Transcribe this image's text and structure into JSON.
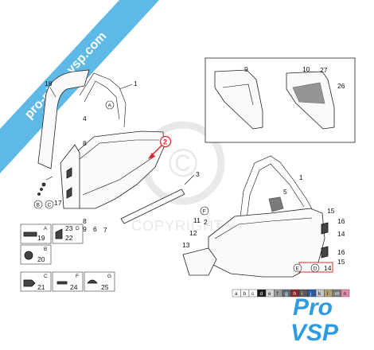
{
  "banner": {
    "text": "pro-piece-vsp.com",
    "color": "#5fb9e6"
  },
  "watermark": {
    "symbol": "©",
    "text": "COPYRIGHT"
  },
  "callout": {
    "number": "2",
    "color": "#e3262b"
  },
  "left_diagram": {
    "labels": [
      "18",
      "1",
      "A",
      "4",
      "8",
      "6",
      "7",
      "8",
      "9",
      "17",
      "B",
      "C",
      "3"
    ]
  },
  "inset": {
    "labels": [
      "9",
      "10",
      "27",
      "26"
    ]
  },
  "right_diagram": {
    "labels": [
      "1",
      "5",
      "11",
      "F",
      "2",
      "12",
      "13",
      "15",
      "16",
      "14",
      "16",
      "15",
      "E",
      "D",
      "14"
    ]
  },
  "parts_table": {
    "rows": [
      {
        "letter": "A",
        "num_a": "19",
        "letter_b": "D",
        "num_b1": "23",
        "num_b2": "22"
      },
      {
        "letter": "B",
        "num_a": "20"
      },
      {
        "letter": "C",
        "num_a": "21",
        "letter_b": "F",
        "num_b1": "24",
        "letter_c": "G",
        "num_c": "25"
      }
    ]
  },
  "color_chart": {
    "letters": [
      "a",
      "b",
      "c",
      "d",
      "e",
      "f",
      "g",
      "h",
      "i",
      "j",
      "k",
      "l",
      "m",
      "n"
    ],
    "swatches": [
      "#ffffff",
      "#ffffff",
      "#ffffff",
      "#1a1a1a",
      "#d8d8d8",
      "#9a9a9a",
      "#5b6a7a",
      "#8c2b2b",
      "#5a5a5a",
      "#2a5aa0",
      "#c8c8c8",
      "#b0a070",
      "#7a7a7a",
      "#e88ab0"
    ]
  },
  "logo": {
    "line1": "Pro",
    "line2": "VSP",
    "color": "#2f9be0"
  }
}
